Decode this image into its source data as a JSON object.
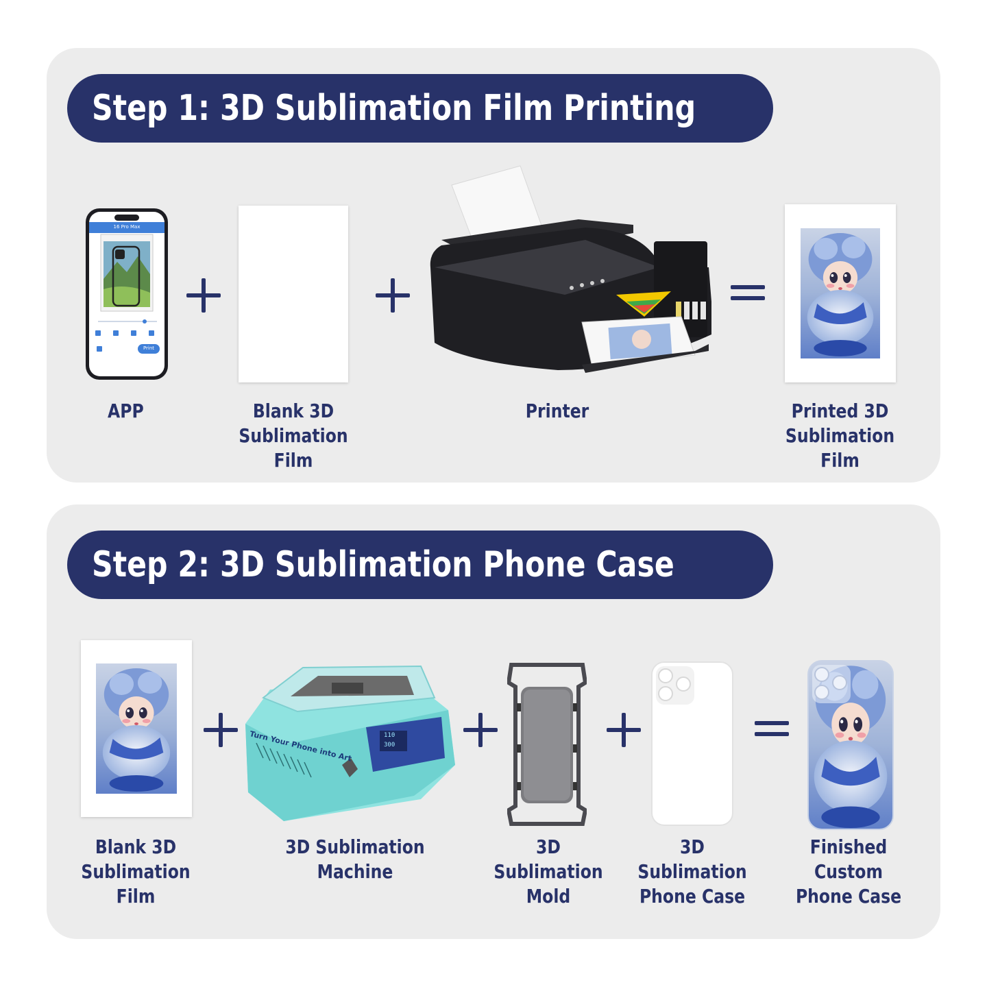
{
  "step1": {
    "title": "Step 1: 3D Sublimation Film Printing",
    "items": [
      {
        "label": "APP",
        "icon": "phone-app-icon"
      },
      {
        "label": "Blank 3D\nSublimation Film",
        "icon": "blank-film-icon"
      },
      {
        "label": "Printer",
        "icon": "printer-icon"
      },
      {
        "label": "Printed 3D\nSublimation Film",
        "icon": "printed-film-icon"
      }
    ],
    "app_screen": {
      "title": "16 Pro Max",
      "print_label": "Print"
    },
    "operators": [
      "+",
      "+",
      "="
    ]
  },
  "step2": {
    "title": "Step 2: 3D Sublimation Phone Case",
    "items": [
      {
        "label": "Blank 3D\nSublimation Film",
        "icon": "printed-film-icon"
      },
      {
        "label": "3D Sublimation Machine",
        "icon": "sublimation-machine-icon"
      },
      {
        "label": "3D Sublimation\nMold",
        "icon": "mold-icon"
      },
      {
        "label": "3D Sublimation\nPhone Case",
        "icon": "blank-phone-case-icon"
      },
      {
        "label": "Finished Custom\nPhone Case",
        "icon": "finished-phone-case-icon"
      }
    ],
    "machine": {
      "slogan": "Turn Your Phone into Art",
      "display_top": "110",
      "display_bottom": "300"
    },
    "operators": [
      "+",
      "+",
      "+",
      "="
    ]
  },
  "colors": {
    "banner": "#283269",
    "panel": "#ececec",
    "text": "#283269",
    "machine_body": "#8fe3e0"
  }
}
